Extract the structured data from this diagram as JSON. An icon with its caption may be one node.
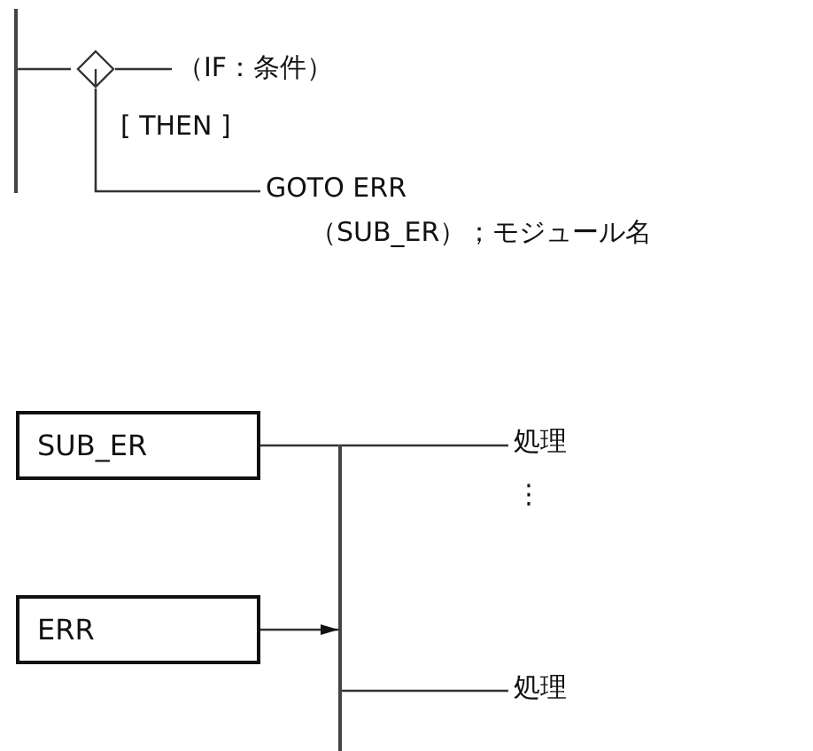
{
  "diagram": {
    "nodes": [
      {
        "text": [],
        "shape": "bar"
      },
      {
        "text": [],
        "shape": "diamond"
      },
      {
        "text": [
          "（IF：条件）"
        ]
      },
      {
        "text": [
          "GOTO ERR"
        ]
      },
      {
        "text": [
          "SUB_ER"
        ]
      },
      {
        "text": [
          "処理"
        ]
      },
      {
        "text": [],
        "shape": "bar"
      },
      {
        "text": [
          "ERR"
        ]
      },
      {
        "text": [
          "処理"
        ]
      }
    ],
    "edges": [
      {
        "from": 0,
        "to": 1,
        "arrow": "none"
      },
      {
        "from": 1,
        "to": 2,
        "arrow": "none"
      },
      {
        "from": 1,
        "to": 3,
        "arrow": "none"
      },
      {
        "from": 4,
        "to": 5,
        "arrow": "none"
      },
      {
        "from": 7,
        "to": 6,
        "arrow": "to"
      },
      {
        "from": 6,
        "to": 8,
        "arrow": "none"
      }
    ],
    "labels": [
      "[ THEN ]",
      "（SUB_ER）；モジュール名",
      "⋮"
    ]
  }
}
